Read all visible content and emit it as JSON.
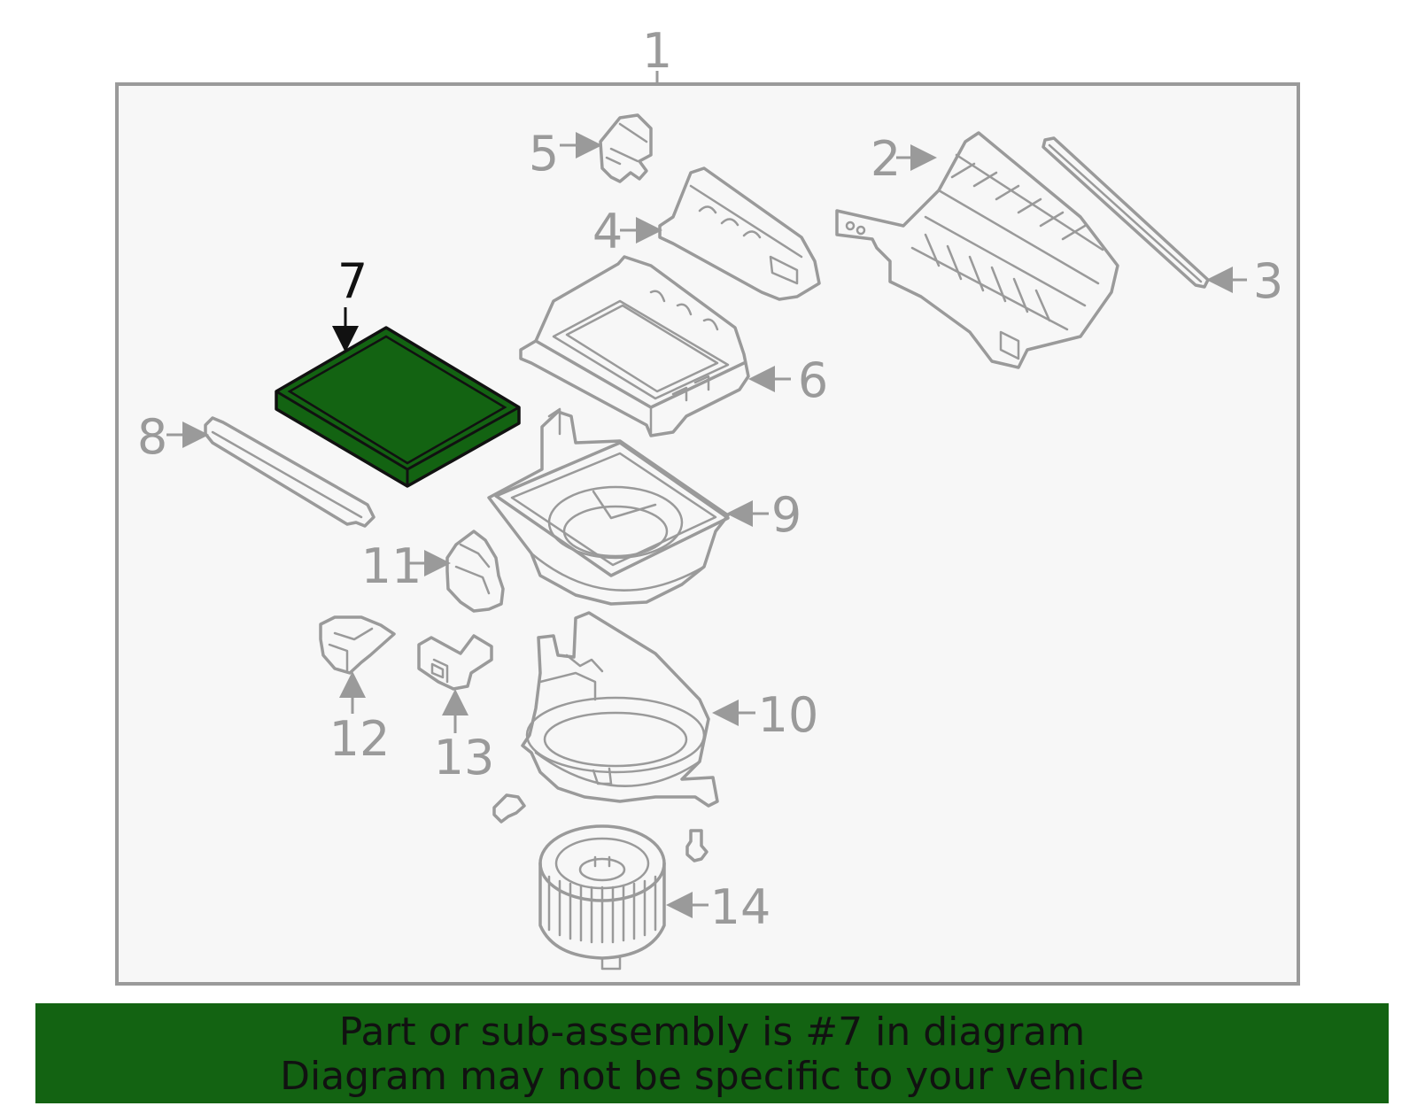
{
  "diagram": {
    "labels": {
      "assembly": "1",
      "p2": "2",
      "p3": "3",
      "p4": "4",
      "p5": "5",
      "p6": "6",
      "p7": "7",
      "p8": "8",
      "p9": "9",
      "p10": "10",
      "p11": "11",
      "p12": "12",
      "p13": "13",
      "p14": "14"
    },
    "highlighted_part": "7",
    "colors": {
      "highlight_fill": "#136312",
      "line_art": "#9a9a9a",
      "frame_background": "#f7f7f7"
    }
  },
  "banner": {
    "line1": "Part or sub-assembly is #7 in diagram",
    "line2": "Diagram may not be specific to your vehicle"
  }
}
